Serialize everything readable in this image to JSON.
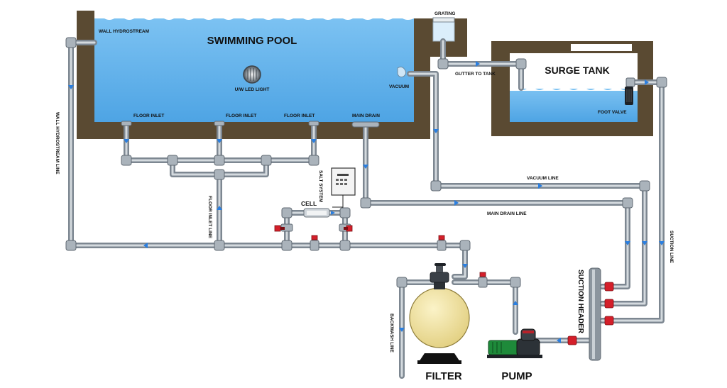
{
  "labels": {
    "swimming_pool": "SWIMMING POOL",
    "wall_hydrostream": "WALL HYDROSTREAM",
    "uw_led_light": "U/W LED LIGHT",
    "vacuum": "VACUUM",
    "grating": "GRATING",
    "gutter_to_tank": "GUTTER TO TANK",
    "surge_tank": "SURGE TANK",
    "foot_valve": "FOOT VALVE",
    "floor_inlet": "FLOOR INLET",
    "main_drain": "MAIN DRAIN",
    "wall_hydrostream_line": "WALL HYDROSTREAM LINE",
    "floor_inlet_line": "FLOOR INLET LINE",
    "salt_system": "SALT SYSTEM",
    "cell": "CELL",
    "vacuum_line": "VACUUM LINE",
    "main_drain_line": "MAIN DRAIN LINE",
    "suction_line": "SUCTION LINE",
    "suction_header": "SUCTION HEADER",
    "backwash_line": "BACKWASH LINE",
    "filter": "FILTER",
    "pump": "PUMP"
  },
  "colors": {
    "pool_wall": "#5a4a32",
    "water": "#5fb0ea",
    "pipe": "#7d8791",
    "flow_arrow": "#2b7fe0",
    "valve": "#d41f2a",
    "filter_tank": "#f3e6a4",
    "pump_motor": "#1e8a3a"
  },
  "icons": [
    "led-light-icon",
    "vacuum-fitting-icon",
    "salt-system-panel-icon",
    "filter-tank-icon",
    "pump-icon",
    "foot-valve-icon",
    "flow-arrow-icon",
    "valve-icon"
  ]
}
